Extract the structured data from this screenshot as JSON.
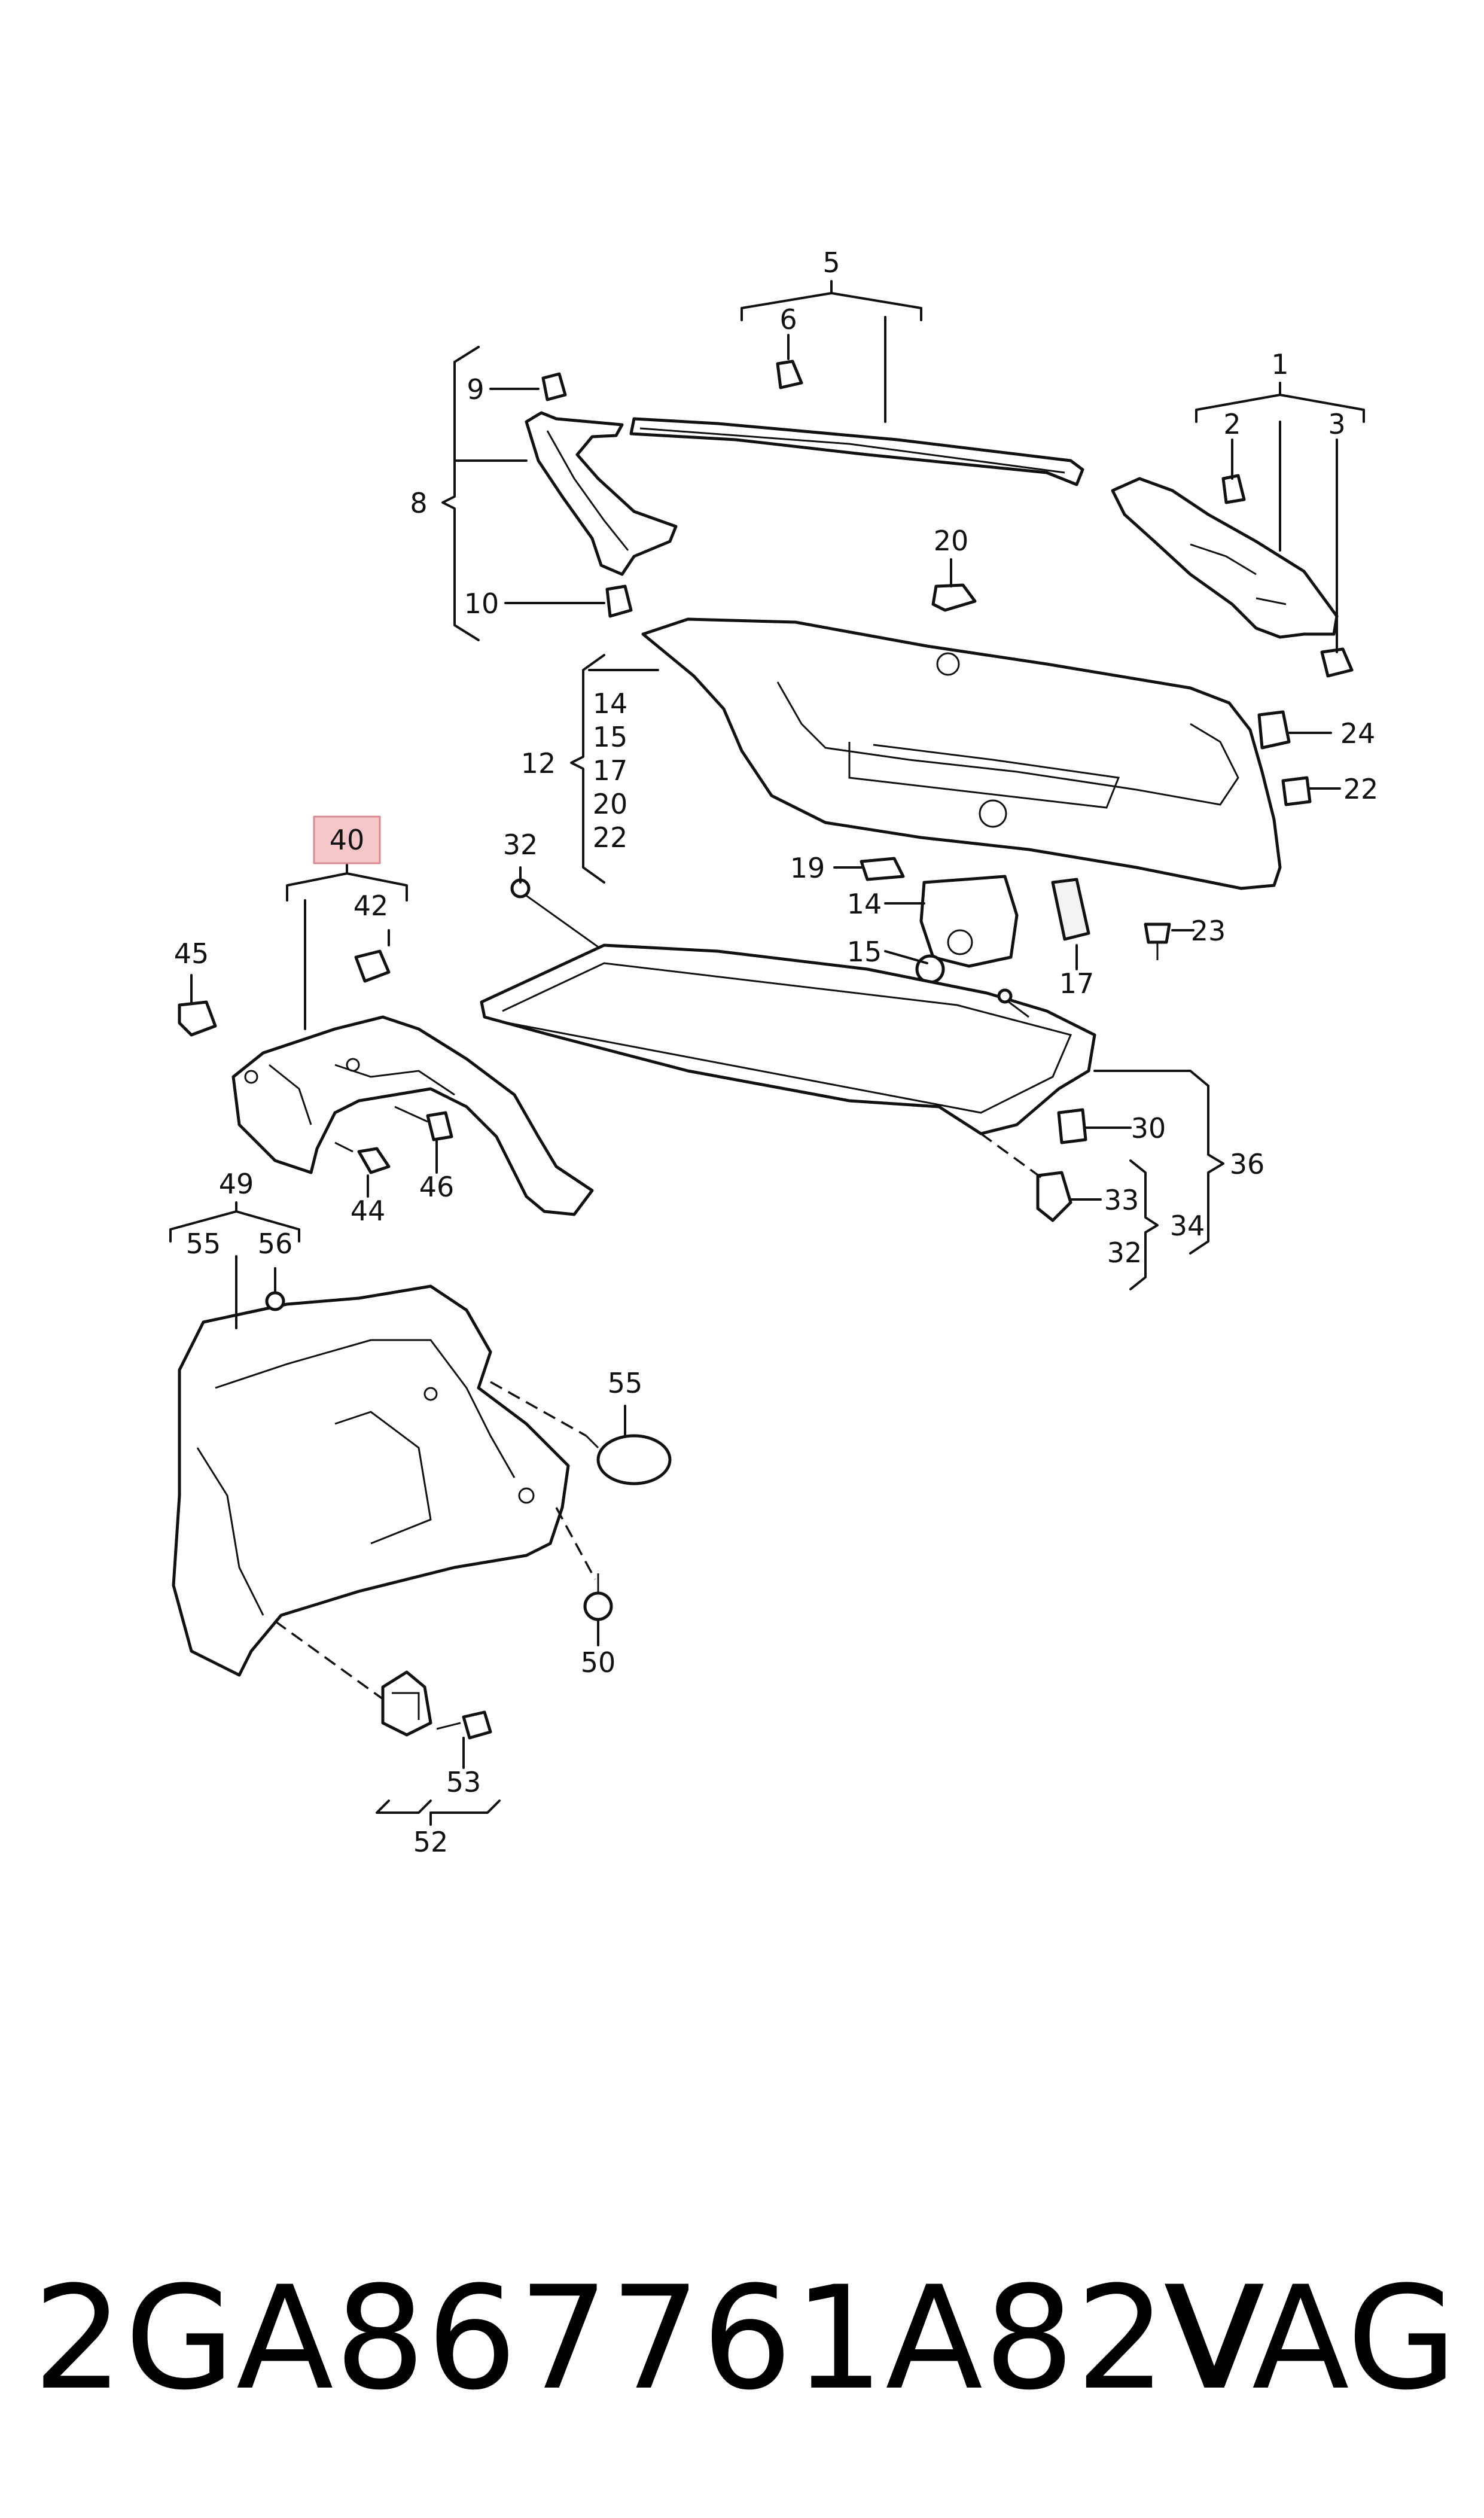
{
  "diagram": {
    "callouts": {
      "c1": "1",
      "c2": "2",
      "c3": "3",
      "c5": "5",
      "c6": "6",
      "c8": "8",
      "c9": "9",
      "c10": "10",
      "c12": "12",
      "c14a": "14",
      "c15a": "15",
      "c17a": "17",
      "c20a": "20",
      "c22a": "22",
      "c20b": "20",
      "c24": "24",
      "c22b": "22",
      "c19": "19",
      "c14b": "14",
      "c15b": "15",
      "c17b": "17",
      "c23": "23",
      "c32a": "32",
      "c40": "40",
      "c42": "42",
      "c45": "45",
      "c44": "44",
      "c46": "46",
      "c30": "30",
      "c36": "36",
      "c33": "33",
      "c34": "34",
      "c32b": "32",
      "c49": "49",
      "c55a": "55",
      "c56": "56",
      "c55b": "55",
      "c50": "50",
      "c53": "53",
      "c52": "52"
    },
    "highlight_color": "#f4c6c8",
    "highlight_border": "#d88a90"
  },
  "footer": {
    "part_number": "2GA867761A82V",
    "brand": "VAG"
  }
}
